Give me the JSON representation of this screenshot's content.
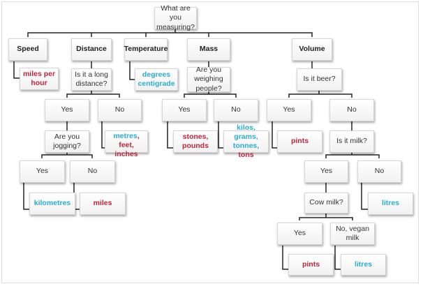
{
  "colors": {
    "imperial": "#c0243c",
    "metric": "#2aaed0",
    "line": "#222222"
  },
  "root": "What are you measuring?",
  "categories": {
    "speed": "Speed",
    "distance": "Distance",
    "temperature": "Temperature",
    "mass": "Mass",
    "volume": "Volume"
  },
  "speed": {
    "answer": "miles per hour"
  },
  "distance": {
    "question": "Is it a long distance?",
    "yes": "Yes",
    "no": "No",
    "no_answer_1": "metres",
    ",": ", ",
    "no_answer_2": "feet,",
    "no_answer_3": "inches",
    "jog_question": "Are you jogging?",
    "jog_yes": "Yes",
    "jog_no": "No",
    "jog_yes_answer": "kilometres",
    "jog_no_answer": "miles"
  },
  "temperature": {
    "answer": "degrees centigrade"
  },
  "mass": {
    "question": "Are you weighing people?",
    "yes": "Yes",
    "no": "No",
    "yes_answer": "stones, pounds",
    "no_answer_1": "kilos, grams,",
    "no_answer_2": "tonnes,",
    "no_answer_3": "tons"
  },
  "volume": {
    "question": "Is it beer?",
    "yes": "Yes",
    "no": "No",
    "yes_answer": "pints",
    "milk_question": "Is it milk?",
    "milk_yes": "Yes",
    "milk_no": "No",
    "milk_no_answer": "litres",
    "cow_question": "Cow milk?",
    "cow_yes": "Yes",
    "cow_no": "No, vegan milk",
    "cow_yes_answer": "pints",
    "cow_no_answer": "litres"
  }
}
